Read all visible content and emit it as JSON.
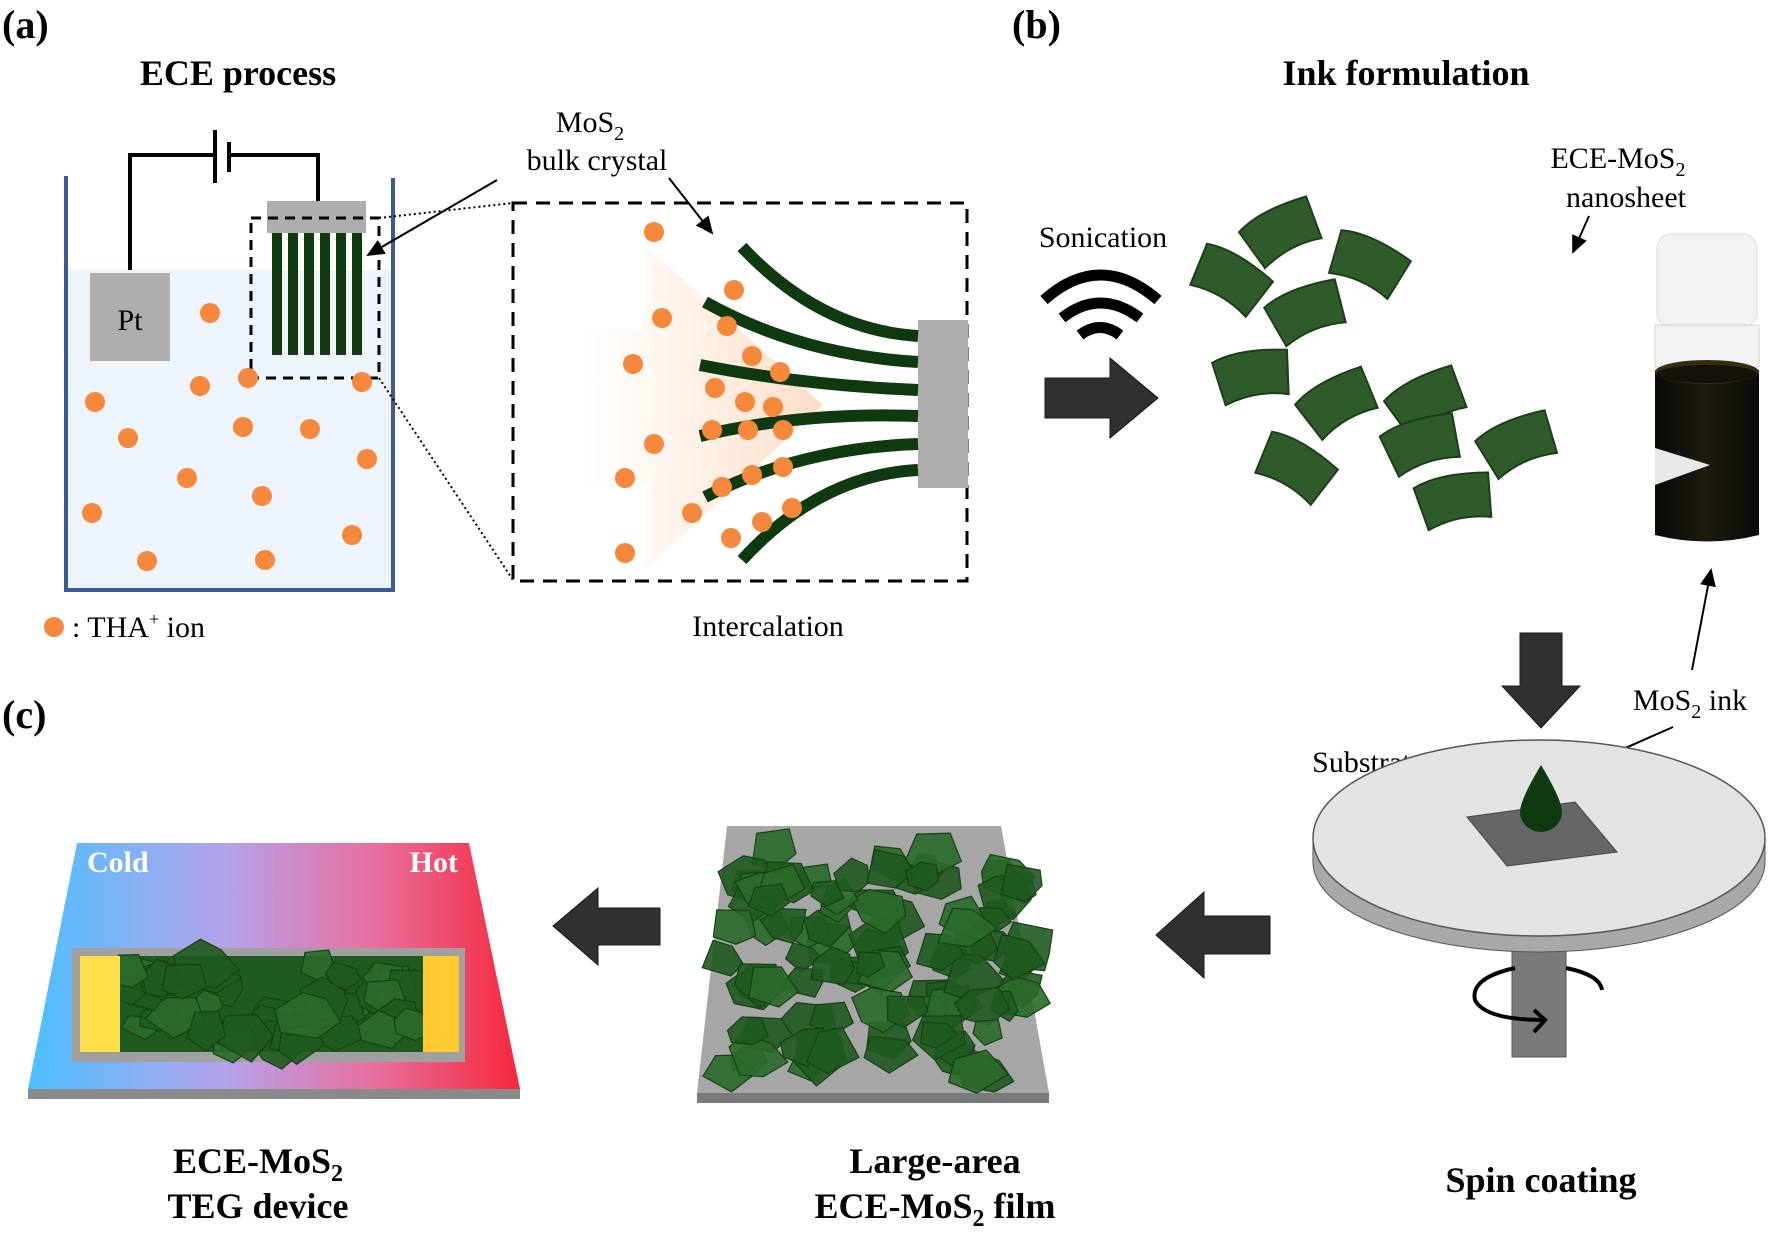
{
  "panels": {
    "a": {
      "label": "(a)",
      "title": "ECE process",
      "pt_label": "Pt",
      "crystal_label_line1": "MoS",
      "crystal_label_sub": "2",
      "crystal_label_line2": "bulk crystal",
      "legend_prefix": ": THA",
      "legend_sup": "+",
      "legend_suffix": " ion",
      "intercalation_label": "Intercalation"
    },
    "b": {
      "label": "(b)",
      "title": "Ink formulation",
      "sonication_label": "Sonication",
      "nanosheet_line1": "ECE-MoS",
      "nanosheet_sub": "2",
      "nanosheet_line2": "nanosheet",
      "ink_label": "MoS",
      "ink_sub": "2",
      "ink_suffix": " ink",
      "substrate_label": "Substrate",
      "spin_label": "Spin coating"
    },
    "c": {
      "label": "(c)",
      "cold_label": "Cold",
      "hot_label": "Hot",
      "device_line1": "ECE-MoS",
      "device_sub": "2",
      "device_line2": "TEG device",
      "film_line1": "Large-area",
      "film_line2a": "ECE-MoS",
      "film_sub": "2",
      "film_line2b": " film"
    }
  },
  "colors": {
    "ion": "#f5883a",
    "mos2_dark": "#0f3a10",
    "flake": "#2f5a2a",
    "electrolyte": "#eef4fc",
    "beaker": "#3a5a96",
    "electrode": "#b0adad",
    "arrow": "#303030",
    "cold": "#4cc0ff",
    "hot": "#f5283a",
    "gold": "#ffd43a"
  }
}
